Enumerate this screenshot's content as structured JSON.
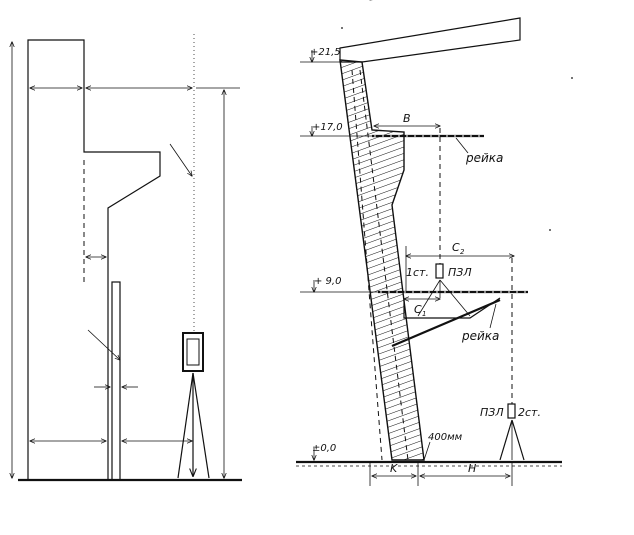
{
  "left_diagram": {},
  "right_diagram": {
    "levels": [
      {
        "id": "level-21-5",
        "label": "+21,5"
      },
      {
        "id": "level-17-0",
        "label": "+17,0"
      },
      {
        "id": "level-9-0",
        "label": "+ 9,0"
      },
      {
        "id": "level-0-0",
        "label": "±0,0"
      }
    ],
    "labels": {
      "B": "B",
      "rail_top": "рейка",
      "rail_bottom": "рейка",
      "C2": "C",
      "C2_sub": "2",
      "C1": "C",
      "C1_sub": "1",
      "station1": "1ст.",
      "pzl1": "ПЗЛ",
      "pzl2": "ПЗЛ",
      "station2": "2ст.",
      "mm400": "400мм",
      "K": "K",
      "H": "H"
    }
  },
  "colors": {
    "ink": "#111111",
    "background": "#ffffff"
  }
}
